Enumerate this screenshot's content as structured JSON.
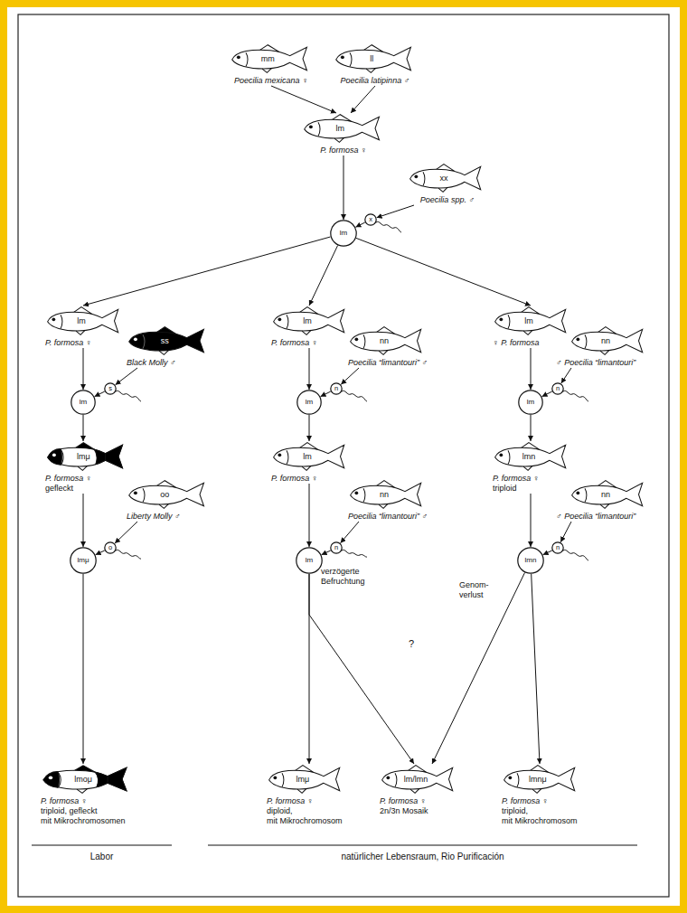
{
  "diagram": {
    "nodes": [
      {
        "text": [
          "mm",
          "Poecilia mexicana ♀"
        ]
      },
      {
        "text": [
          "ll",
          "Poecilia latipinna ♂"
        ]
      },
      {
        "text": [
          "lm",
          "P. formosa ♀"
        ]
      },
      {
        "text": [
          "xx",
          "Poecilia spp. ♂"
        ]
      },
      {
        "text": [
          "lm"
        ]
      },
      {
        "text": [
          "x"
        ]
      },
      {
        "text": [
          "lm",
          "P. formosa ♀"
        ]
      },
      {
        "text": [
          "ss",
          "Black Molly ♂"
        ]
      },
      {
        "text": [
          "lm"
        ]
      },
      {
        "text": [
          "s"
        ]
      },
      {
        "text": [
          "lmμ",
          "P. formosa ♀",
          "gefleckt"
        ]
      },
      {
        "text": [
          "oo",
          "Liberty Molly ♂"
        ]
      },
      {
        "text": [
          "lmμ"
        ]
      },
      {
        "text": [
          "o"
        ]
      },
      {
        "text": [
          "lmoμ",
          "P. formosa ♀",
          "triploid, gefleckt",
          "mit Mikrochromosomen"
        ]
      },
      {
        "text": [
          "lm",
          "P. formosa ♀"
        ]
      },
      {
        "text": [
          "nn",
          "Poecilia “limantouri” ♂"
        ]
      },
      {
        "text": [
          "lm"
        ]
      },
      {
        "text": [
          "n"
        ]
      },
      {
        "text": [
          "lm",
          "P. formosa ♀"
        ]
      },
      {
        "text": [
          "nn",
          "Poecilia “limantouri” ♂"
        ]
      },
      {
        "text": [
          "lm"
        ]
      },
      {
        "text": [
          "n"
        ]
      },
      {
        "text": [
          "lmμ",
          "P. formosa ♀",
          "diploid,",
          "mit Mikrochromosom"
        ]
      },
      {
        "text": [
          "lm/lmn",
          "P. formosa ♀",
          "2n/3n Mosaik"
        ]
      },
      {
        "text": [
          "lm",
          "♀ P. formosa"
        ]
      },
      {
        "text": [
          "nn",
          "♂ Poecilia “limantouri”"
        ]
      },
      {
        "text": [
          "lm"
        ]
      },
      {
        "text": [
          "n"
        ]
      },
      {
        "text": [
          "lmn",
          "P. formosa ♀",
          "triploid"
        ]
      },
      {
        "text": [
          "nn",
          "♂ Poecilia “limantouri”"
        ]
      },
      {
        "text": [
          "lmn"
        ]
      },
      {
        "text": [
          "n"
        ]
      },
      {
        "text": [
          "lmnμ",
          "P. formosa ♀",
          "triploid,",
          "mit Mikrochromosom"
        ]
      }
    ],
    "edges": [
      {
        "from": 0,
        "to": 2,
        "arrow": "to"
      },
      {
        "from": 1,
        "to": 2,
        "arrow": "to"
      },
      {
        "from": 2,
        "to": 4,
        "arrow": "to"
      },
      {
        "from": 3,
        "to": 5,
        "arrow": "to"
      },
      {
        "from": 5,
        "to": 4,
        "arrow": "to"
      },
      {
        "from": 4,
        "to": 6,
        "arrow": "to"
      },
      {
        "from": 4,
        "to": 15,
        "arrow": "to"
      },
      {
        "from": 4,
        "to": 25,
        "arrow": "to"
      },
      {
        "from": 6,
        "to": 8,
        "arrow": "to"
      },
      {
        "from": 7,
        "to": 9,
        "arrow": "to"
      },
      {
        "from": 9,
        "to": 8,
        "arrow": "to"
      },
      {
        "from": 8,
        "to": 10,
        "arrow": "to"
      },
      {
        "from": 10,
        "to": 12,
        "arrow": "to"
      },
      {
        "from": 11,
        "to": 13,
        "arrow": "to"
      },
      {
        "from": 13,
        "to": 12,
        "arrow": "to"
      },
      {
        "from": 12,
        "to": 14,
        "arrow": "to"
      },
      {
        "from": 15,
        "to": 17,
        "arrow": "to"
      },
      {
        "from": 16,
        "to": 18,
        "arrow": "to"
      },
      {
        "from": 18,
        "to": 17,
        "arrow": "to"
      },
      {
        "from": 17,
        "to": 19,
        "arrow": "to"
      },
      {
        "from": 19,
        "to": 21,
        "arrow": "to"
      },
      {
        "from": 20,
        "to": 22,
        "arrow": "to"
      },
      {
        "from": 22,
        "to": 21,
        "arrow": "to"
      },
      {
        "from": 21,
        "to": 23,
        "arrow": "to"
      },
      {
        "from": 21,
        "to": 24,
        "arrow": "to"
      },
      {
        "from": 25,
        "to": 27,
        "arrow": "to"
      },
      {
        "from": 26,
        "to": 28,
        "arrow": "to"
      },
      {
        "from": 28,
        "to": 27,
        "arrow": "to"
      },
      {
        "from": 27,
        "to": 29,
        "arrow": "to"
      },
      {
        "from": 29,
        "to": 31,
        "arrow": "to"
      },
      {
        "from": 30,
        "to": 32,
        "arrow": "to"
      },
      {
        "from": 32,
        "to": 31,
        "arrow": "to"
      },
      {
        "from": 31,
        "to": 33,
        "arrow": "to"
      },
      {
        "from": 31,
        "to": 24,
        "arrow": "to"
      }
    ],
    "labels": [
      "verzögerte Befruchtung",
      "?",
      "Genom- verlust",
      "Labor",
      "natürlicher Lebensraum, Rio Purificación"
    ]
  }
}
